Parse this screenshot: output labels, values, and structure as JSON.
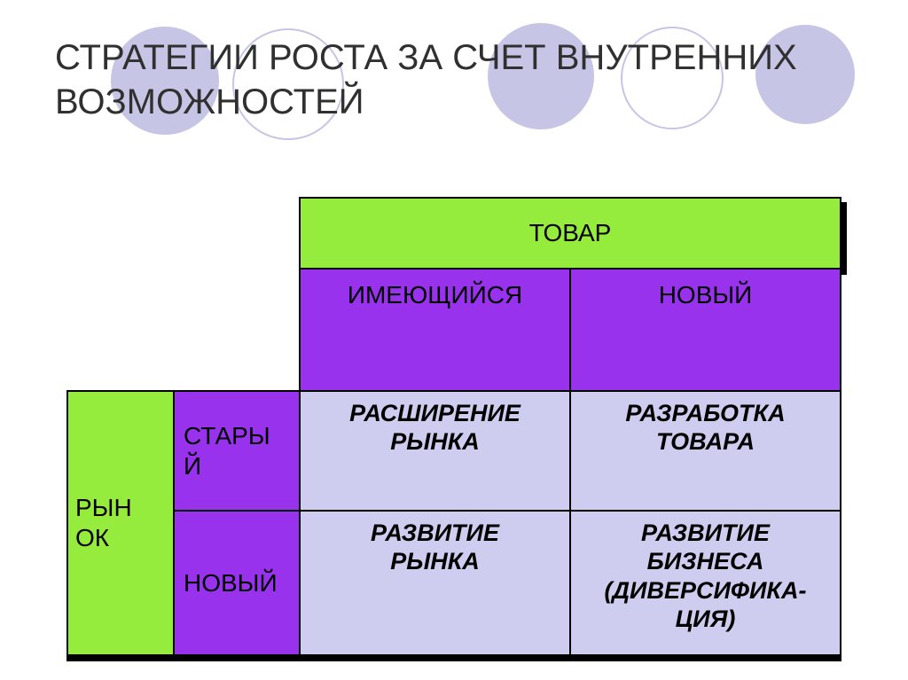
{
  "slide": {
    "title": "СТРАТЕГИИ РОСТА ЗА СЧЕТ ВНУТРЕННИХ ВОЗМОЖНОСТЕЙ"
  },
  "matrix": {
    "column_group_header": "ТОВАР",
    "column_headers": [
      "ИМЕЮЩИЙСЯ",
      "НОВЫЙ"
    ],
    "row_group_header": "РЫНОК",
    "row_headers": [
      "СТАРЫЙ",
      "НОВЫЙ"
    ],
    "cells": [
      [
        "РАСШИРЕНИЕ РЫНКА",
        "РАЗРАБОТКА ТОВАРА"
      ],
      [
        "РАЗВИТИЕ РЫНКА",
        "РАЗВИТИЕ БИЗНЕСА (ДИВЕРСИФИКА-ЦИЯ)"
      ]
    ]
  },
  "colors": {
    "header_green": "#95ec3c",
    "header_purple": "#9832ec",
    "cell_lavender": "#cecdf0",
    "decorative_circle": "#c7c5e6",
    "border": "#000000",
    "title_text": "#303030"
  }
}
